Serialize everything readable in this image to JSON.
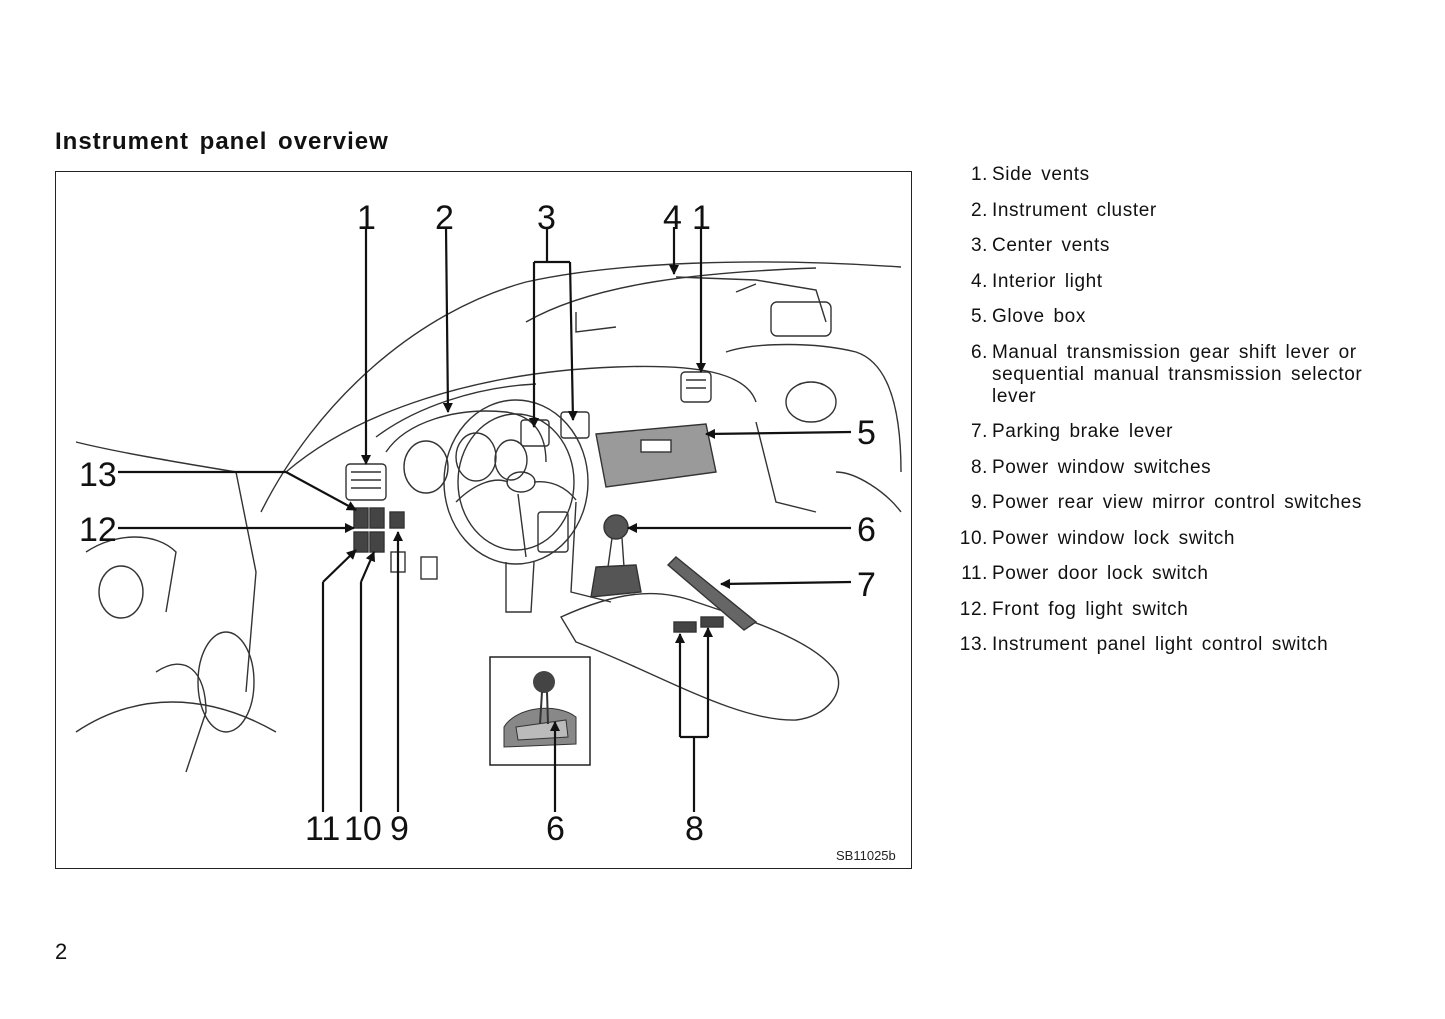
{
  "page": {
    "title": "Instrument panel overview",
    "page_number": "2"
  },
  "figure": {
    "code": "SB11025b",
    "callouts": {
      "c1a": "1",
      "c2": "2",
      "c3": "3",
      "c4": "4",
      "c1b": "1",
      "c5": "5",
      "c13": "13",
      "c12": "12",
      "c6a": "6",
      "c7": "7",
      "c11": "11",
      "c10": "10",
      "c9": "9",
      "c6b": "6",
      "c8": "8"
    }
  },
  "legend": [
    {
      "num": "1.",
      "text": "Side vents"
    },
    {
      "num": "2.",
      "text": "Instrument cluster"
    },
    {
      "num": "3.",
      "text": "Center vents"
    },
    {
      "num": "4.",
      "text": "Interior light"
    },
    {
      "num": "5.",
      "text": "Glove box"
    },
    {
      "num": "6.",
      "text": "Manual transmission gear shift lever or sequential manual transmission selector lever"
    },
    {
      "num": "7.",
      "text": "Parking brake lever"
    },
    {
      "num": "8.",
      "text": "Power window switches"
    },
    {
      "num": "9.",
      "text": "Power rear view mirror control switches"
    },
    {
      "num": "10.",
      "text": "Power window lock switch"
    },
    {
      "num": "11.",
      "text": "Power door lock switch"
    },
    {
      "num": "12.",
      "text": "Front fog light switch"
    },
    {
      "num": "13.",
      "text": "Instrument panel light control switch"
    }
  ]
}
